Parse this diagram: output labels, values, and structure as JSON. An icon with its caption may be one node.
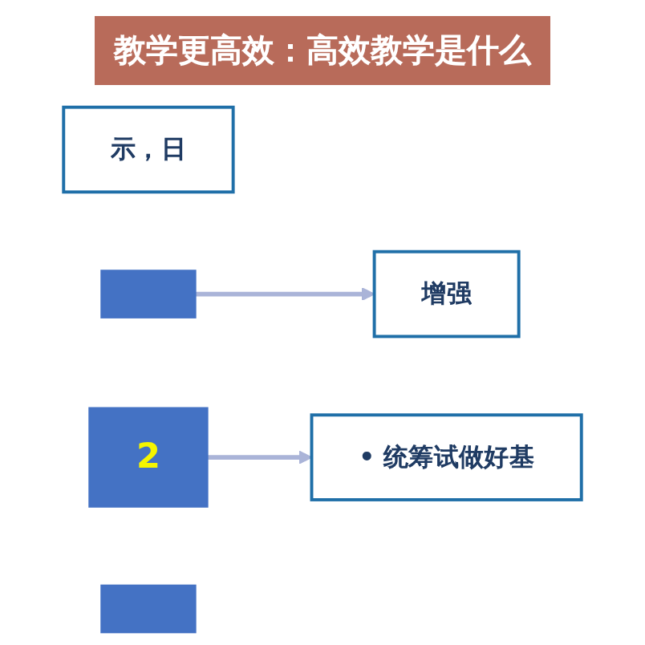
{
  "diagram": {
    "title": "教学更高效：高效教学是什么",
    "nodes": [
      {
        "text": [
          "示，日"
        ]
      },
      {
        "text": [],
        "shape": "box"
      },
      {
        "text": [
          "2"
        ]
      },
      {
        "text": [
          "增强"
        ]
      },
      {
        "text": [
          "• 统筹试做好基"
        ]
      },
      {
        "text": [],
        "shape": "box"
      }
    ],
    "edges": [
      {
        "from": 1,
        "to": 3,
        "arrow": "to"
      },
      {
        "from": 2,
        "to": 4,
        "arrow": "to"
      }
    ]
  }
}
